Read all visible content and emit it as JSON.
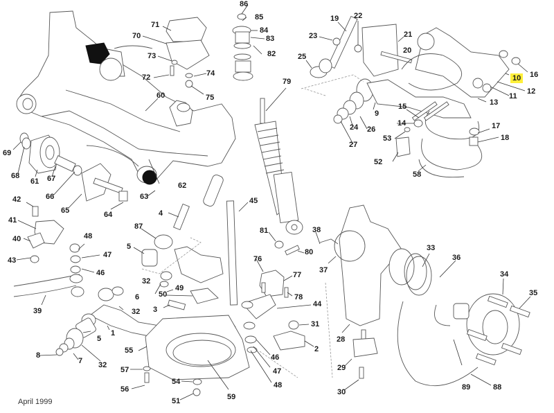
{
  "diagram": {
    "title": "Front suspension and subframe exploded parts diagram",
    "footer_text": "April 1999",
    "highlight_color": "#ffef3a",
    "highlighted_label": "10",
    "labels": [
      {
        "id": "86",
        "text": "86"
      },
      {
        "id": "85",
        "text": "85"
      },
      {
        "id": "84",
        "text": "84"
      },
      {
        "id": "83",
        "text": "83"
      },
      {
        "id": "82",
        "text": "82"
      },
      {
        "id": "71",
        "text": "71"
      },
      {
        "id": "70",
        "text": "70"
      },
      {
        "id": "73",
        "text": "73"
      },
      {
        "id": "72",
        "text": "72"
      },
      {
        "id": "74",
        "text": "74"
      },
      {
        "id": "75",
        "text": "75"
      },
      {
        "id": "60",
        "text": "60"
      },
      {
        "id": "69",
        "text": "69"
      },
      {
        "id": "68",
        "text": "68"
      },
      {
        "id": "61",
        "text": "61"
      },
      {
        "id": "67",
        "text": "67"
      },
      {
        "id": "66",
        "text": "66"
      },
      {
        "id": "65",
        "text": "65"
      },
      {
        "id": "64",
        "text": "64"
      },
      {
        "id": "62",
        "text": "62"
      },
      {
        "id": "63",
        "text": "63"
      },
      {
        "id": "42",
        "text": "42"
      },
      {
        "id": "41",
        "text": "41"
      },
      {
        "id": "40",
        "text": "40"
      },
      {
        "id": "43",
        "text": "43"
      },
      {
        "id": "48a",
        "text": "48"
      },
      {
        "id": "47a",
        "text": "47"
      },
      {
        "id": "46a",
        "text": "46"
      },
      {
        "id": "39",
        "text": "39"
      },
      {
        "id": "4",
        "text": "4"
      },
      {
        "id": "87",
        "text": "87"
      },
      {
        "id": "5a",
        "text": "5"
      },
      {
        "id": "32a",
        "text": "32"
      },
      {
        "id": "49",
        "text": "49"
      },
      {
        "id": "6",
        "text": "6"
      },
      {
        "id": "50",
        "text": "50"
      },
      {
        "id": "3",
        "text": "3"
      },
      {
        "id": "32b",
        "text": "32"
      },
      {
        "id": "1",
        "text": "1"
      },
      {
        "id": "5b",
        "text": "5"
      },
      {
        "id": "55",
        "text": "55"
      },
      {
        "id": "8",
        "text": "8"
      },
      {
        "id": "7",
        "text": "7"
      },
      {
        "id": "32c",
        "text": "32"
      },
      {
        "id": "57",
        "text": "57"
      },
      {
        "id": "56",
        "text": "56"
      },
      {
        "id": "54",
        "text": "54"
      },
      {
        "id": "51",
        "text": "51"
      },
      {
        "id": "59",
        "text": "59"
      },
      {
        "id": "45",
        "text": "45"
      },
      {
        "id": "79",
        "text": "79"
      },
      {
        "id": "81",
        "text": "81"
      },
      {
        "id": "80",
        "text": "80"
      },
      {
        "id": "76",
        "text": "76"
      },
      {
        "id": "77",
        "text": "77"
      },
      {
        "id": "78",
        "text": "78"
      },
      {
        "id": "44",
        "text": "44"
      },
      {
        "id": "31",
        "text": "31"
      },
      {
        "id": "2",
        "text": "2"
      },
      {
        "id": "46b",
        "text": "46"
      },
      {
        "id": "47b",
        "text": "47"
      },
      {
        "id": "48b",
        "text": "48"
      },
      {
        "id": "38",
        "text": "38"
      },
      {
        "id": "37",
        "text": "37"
      },
      {
        "id": "28",
        "text": "28"
      },
      {
        "id": "29",
        "text": "29"
      },
      {
        "id": "30",
        "text": "30"
      },
      {
        "id": "33",
        "text": "33"
      },
      {
        "id": "36",
        "text": "36"
      },
      {
        "id": "34",
        "text": "34"
      },
      {
        "id": "35",
        "text": "35"
      },
      {
        "id": "89",
        "text": "89"
      },
      {
        "id": "88",
        "text": "88"
      },
      {
        "id": "19",
        "text": "19"
      },
      {
        "id": "22",
        "text": "22"
      },
      {
        "id": "23",
        "text": "23"
      },
      {
        "id": "21",
        "text": "21"
      },
      {
        "id": "20",
        "text": "20"
      },
      {
        "id": "25",
        "text": "25"
      },
      {
        "id": "10",
        "text": "10"
      },
      {
        "id": "16",
        "text": "16"
      },
      {
        "id": "12",
        "text": "12"
      },
      {
        "id": "11",
        "text": "11"
      },
      {
        "id": "13",
        "text": "13"
      },
      {
        "id": "9",
        "text": "9"
      },
      {
        "id": "15",
        "text": "15"
      },
      {
        "id": "14",
        "text": "14"
      },
      {
        "id": "24",
        "text": "24"
      },
      {
        "id": "26",
        "text": "26"
      },
      {
        "id": "27",
        "text": "27"
      },
      {
        "id": "53",
        "text": "53"
      },
      {
        "id": "52",
        "text": "52"
      },
      {
        "id": "17",
        "text": "17"
      },
      {
        "id": "18",
        "text": "18"
      },
      {
        "id": "58",
        "text": "58"
      }
    ]
  }
}
